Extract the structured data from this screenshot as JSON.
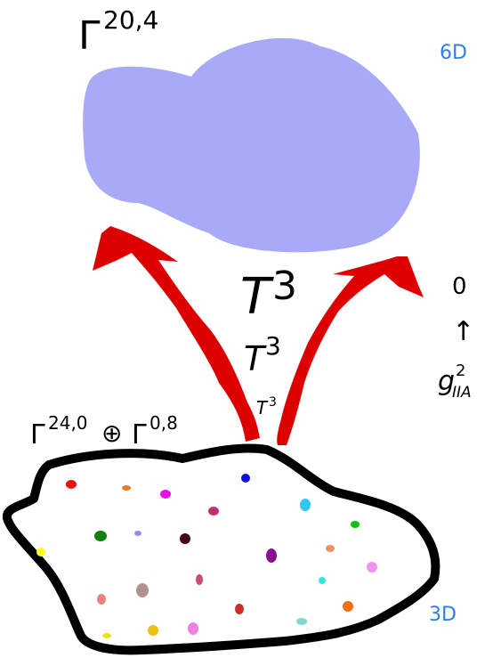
{
  "labels": {
    "top_gamma": "Γ",
    "top_gamma_sup": "20,4",
    "dim_6d": "6D",
    "dim_3d": "3D",
    "torus_large": "T",
    "torus_large_sup": "3",
    "torus_medium": "T",
    "torus_medium_sup": "3",
    "torus_small": "T",
    "torus_small_sup": "3",
    "lattice_gamma_a": "Γ",
    "lattice_gamma_a_sup": "24,0",
    "lattice_oplus": "⊕",
    "lattice_gamma_b": "Γ",
    "lattice_gamma_b_sup": "0,8",
    "limit_value": "0",
    "limit_arrow": "↑",
    "coupling_g": "g",
    "coupling_sup": "2",
    "coupling_sub": "IIA"
  },
  "colors": {
    "cloud_6d": "#a8aaf8",
    "arrows": "#dd0000",
    "blob_3d_outline": "#000000",
    "dimension_labels": "#2f7fe6"
  },
  "dots": [
    {
      "color": "#e81010"
    },
    {
      "color": "#f07a20"
    },
    {
      "color": "#e810e8"
    },
    {
      "color": "#1010d8"
    },
    {
      "color": "#ffff20"
    },
    {
      "color": "#c03070"
    },
    {
      "color": "#30c8f0"
    },
    {
      "color": "#10c010"
    },
    {
      "color": "#108010"
    },
    {
      "color": "#9090f0"
    },
    {
      "color": "#400a18"
    },
    {
      "color": "#f09060"
    },
    {
      "color": "#8a1090"
    },
    {
      "color": "#f090f0"
    },
    {
      "color": "#f08080"
    },
    {
      "color": "#b09090"
    },
    {
      "color": "#d04880"
    },
    {
      "color": "#30e8e0"
    },
    {
      "color": "#c83030"
    },
    {
      "color": "#f07010"
    },
    {
      "color": "#e8e020"
    },
    {
      "color": "#f0c010"
    },
    {
      "color": "#f080e0"
    },
    {
      "color": "#80d8d0"
    }
  ]
}
